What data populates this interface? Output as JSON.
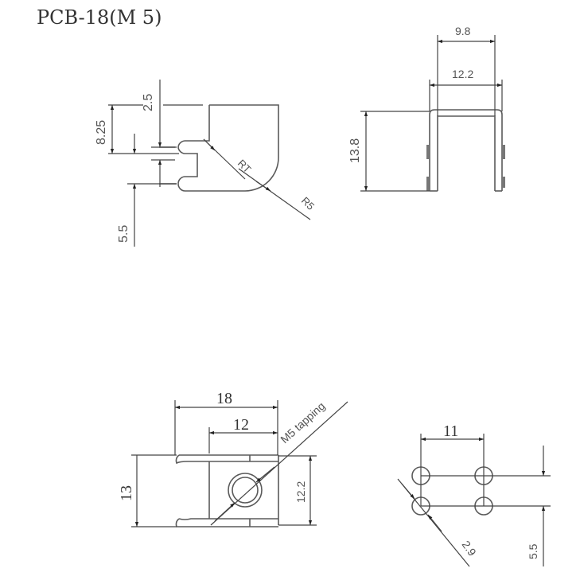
{
  "title": "PCB-18(M 5)",
  "colors": {
    "line": "#5a5a5a",
    "text": "#555555",
    "arrow": "#222222",
    "background": "#ffffff"
  },
  "views": {
    "side_view": {
      "dimensions": {
        "top_offset": "2.5",
        "height": "8.25",
        "slot": "5.5"
      },
      "radii": {
        "inner": "RT",
        "outer": "R5"
      }
    },
    "front_view": {
      "dimensions": {
        "inner_width": "9.8",
        "outer_width": "12.2",
        "height": "13.8"
      }
    },
    "top_view": {
      "dimensions": {
        "overall_length": "18",
        "body_length": "12",
        "overall_width": "13",
        "body_width": "12.2"
      },
      "hole_note": "M5 tapping"
    },
    "pcb_footprint": {
      "dimensions": {
        "pitch_x": "11",
        "pitch_y": "5.5",
        "hole_diameter": "2.9"
      }
    }
  }
}
